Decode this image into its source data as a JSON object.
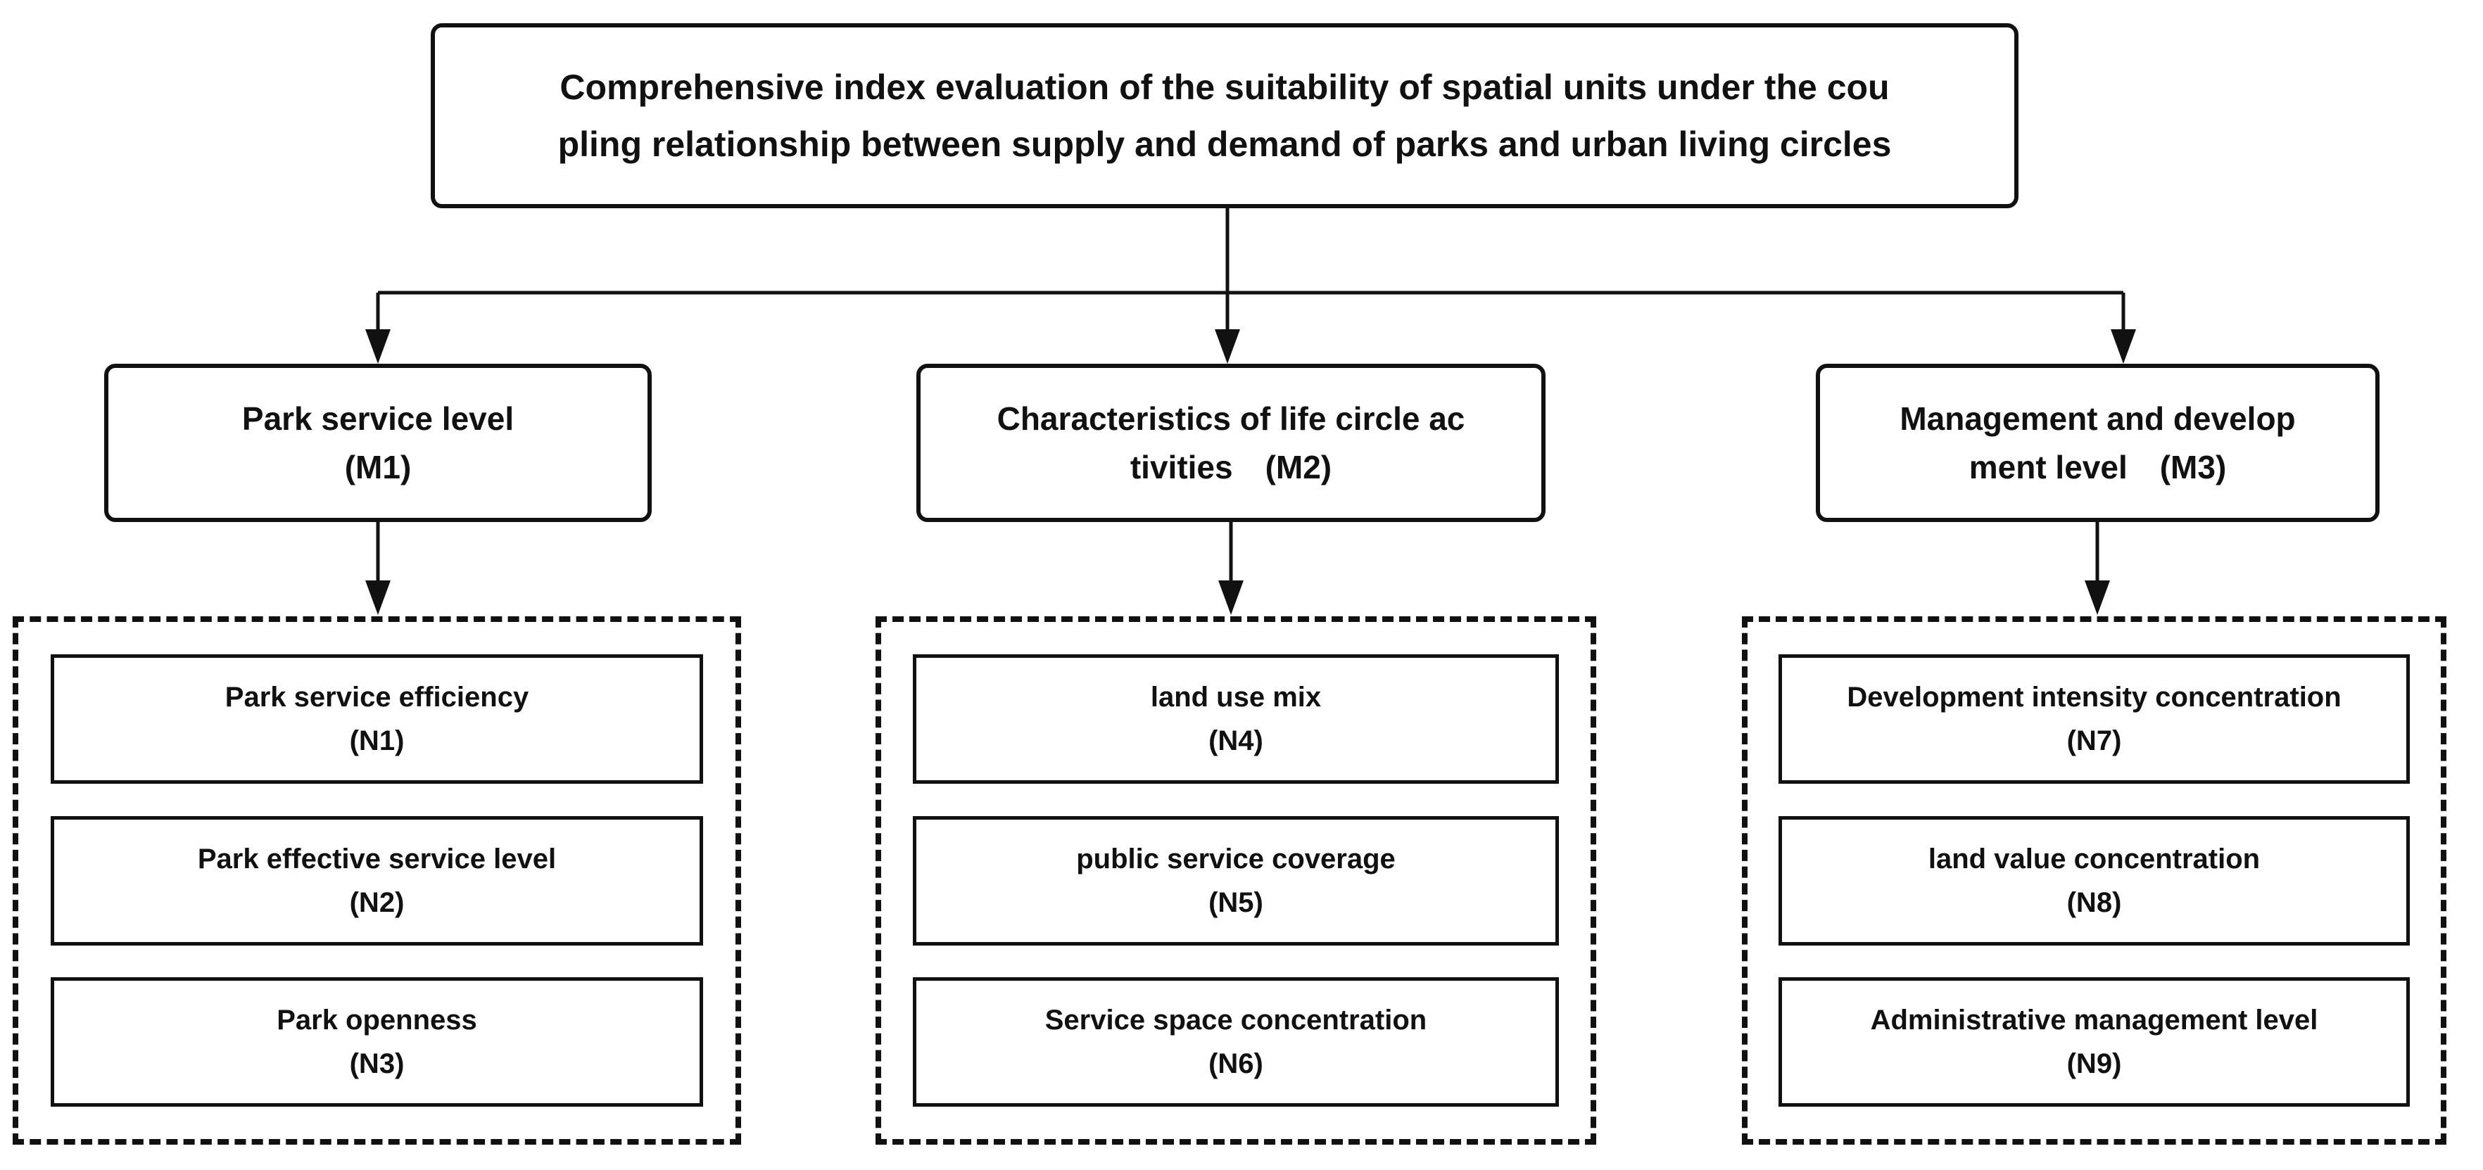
{
  "diagram": {
    "root": {
      "line1": "Comprehensive index evaluation of the suitability of spatial units under the cou",
      "line2": "pling relationship between supply and demand of parks and urban living circles"
    },
    "branches": [
      {
        "code": "M1",
        "line1": "Park service level",
        "line2": "(M1)",
        "children": [
          {
            "line1": "Park service efficiency",
            "line2": "(N1)"
          },
          {
            "line1": "Park effective service level",
            "line2": "(N2)"
          },
          {
            "line1": "Park openness",
            "line2": "(N3)"
          }
        ]
      },
      {
        "code": "M2",
        "line1": "Characteristics of life circle ac",
        "line2": "tivities　(M2)",
        "children": [
          {
            "line1": "land use mix",
            "line2": "(N4)"
          },
          {
            "line1": "public service coverage",
            "line2": "(N5)"
          },
          {
            "line1": "Service space concentration",
            "line2": "(N6)"
          }
        ]
      },
      {
        "code": "M3",
        "line1": "Management and develop",
        "line2": "ment level　(M3)",
        "children": [
          {
            "line1": "Development intensity concentration",
            "line2": "(N7)"
          },
          {
            "line1": "land value concentration",
            "line2": "(N8)"
          },
          {
            "line1": "Administrative management level",
            "line2": "(N9)"
          }
        ]
      }
    ]
  },
  "colors": {
    "line": "#111111",
    "text": "#111111",
    "background": "#ffffff"
  }
}
